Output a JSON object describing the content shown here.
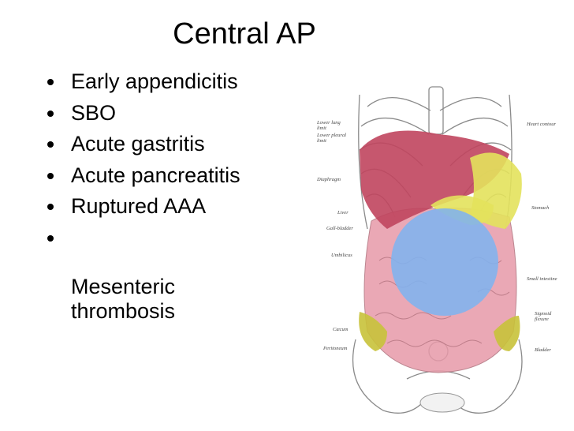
{
  "slide": {
    "title": "Central AP",
    "bullets": [
      {
        "text": "Early appendicitis"
      },
      {
        "text": "SBO"
      },
      {
        "text": "Acute gastritis"
      },
      {
        "text": "Acute pancreatitis"
      },
      {
        "text": "Ruptured AAA"
      },
      {
        "text": "Mesenteric\nthrombosis"
      }
    ]
  },
  "figure": {
    "labels_left": [
      {
        "text": "Lower lung\nlimit"
      },
      {
        "text": "Lower pleural\nlimit"
      },
      {
        "text": "Diaphragm"
      },
      {
        "text": "Liver"
      },
      {
        "text": "Gall-bladder"
      },
      {
        "text": "Umbilicus"
      },
      {
        "text": "Cæcum"
      },
      {
        "text": "Peritoneum"
      }
    ],
    "labels_right": [
      {
        "text": "Heart contour"
      },
      {
        "text": "Stomach"
      },
      {
        "text": "Small intestine"
      },
      {
        "text": "Sigmoid\nflexure"
      },
      {
        "text": "Bladder"
      }
    ],
    "colors": {
      "liver": "#c0455e",
      "stomach": "#e3e25c",
      "central_ap": "#7fb3ef",
      "intestine": "#e79aa9",
      "colon": "#c8c23a"
    }
  }
}
